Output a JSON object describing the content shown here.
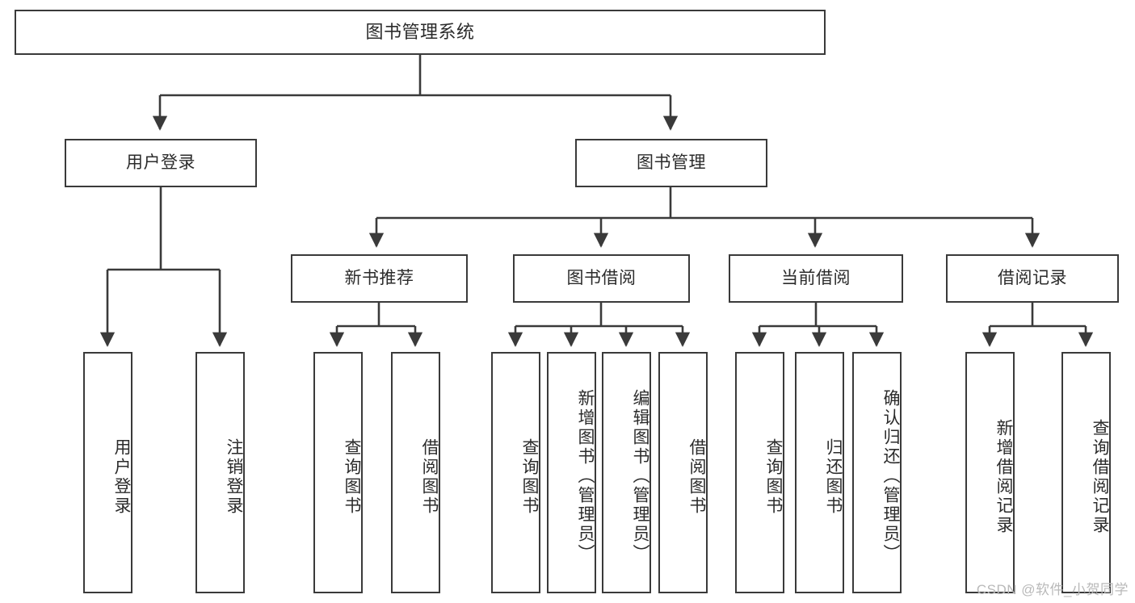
{
  "diagram": {
    "title": "图书管理系统",
    "type": "hierarchy-tree",
    "root": {
      "label": "图书管理系统"
    },
    "level2": [
      {
        "label": "用户登录"
      },
      {
        "label": "图书管理"
      }
    ],
    "level3": [
      {
        "label": "新书推荐"
      },
      {
        "label": "图书借阅"
      },
      {
        "label": "当前借阅"
      },
      {
        "label": "借阅记录"
      }
    ],
    "leaves": {
      "user_login": [
        {
          "label": "用户登录"
        },
        {
          "label": "注销登录"
        }
      ],
      "new_book_recommend": [
        {
          "label": "查询图书"
        },
        {
          "label": "借阅图书"
        }
      ],
      "book_borrow": [
        {
          "label": "查询图书"
        },
        {
          "label": "新增图书（管理员）"
        },
        {
          "label": "编辑图书（管理员）"
        },
        {
          "label": "借阅图书"
        }
      ],
      "current_borrow": [
        {
          "label": "查询图书"
        },
        {
          "label": "归还图书"
        },
        {
          "label": "确认归还（管理员）"
        }
      ],
      "borrow_record": [
        {
          "label": "新增借阅记录"
        },
        {
          "label": "查询借阅记录"
        }
      ]
    }
  },
  "watermark": {
    "text": "CSDN @软件_小贺同学"
  },
  "colors": {
    "border": "#3a3a3a",
    "text": "#2b2b2b",
    "background": "#ffffff",
    "watermark": "#b9b9b9"
  }
}
